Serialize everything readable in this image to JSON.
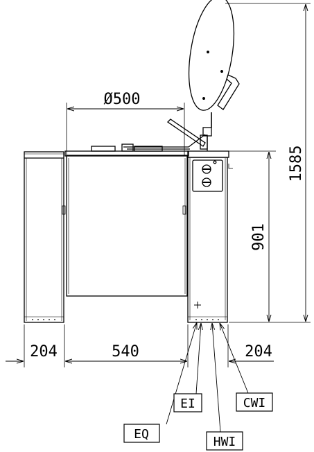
{
  "dimensions": {
    "bowl_diameter": "Ø500",
    "total_height": "1585",
    "body_height": "901",
    "left_width": "204",
    "center_width": "540",
    "right_width": "204"
  },
  "connection_labels": {
    "eq": "EQ",
    "ei": "EI",
    "hwi": "HWI",
    "cwi": "CWI"
  }
}
